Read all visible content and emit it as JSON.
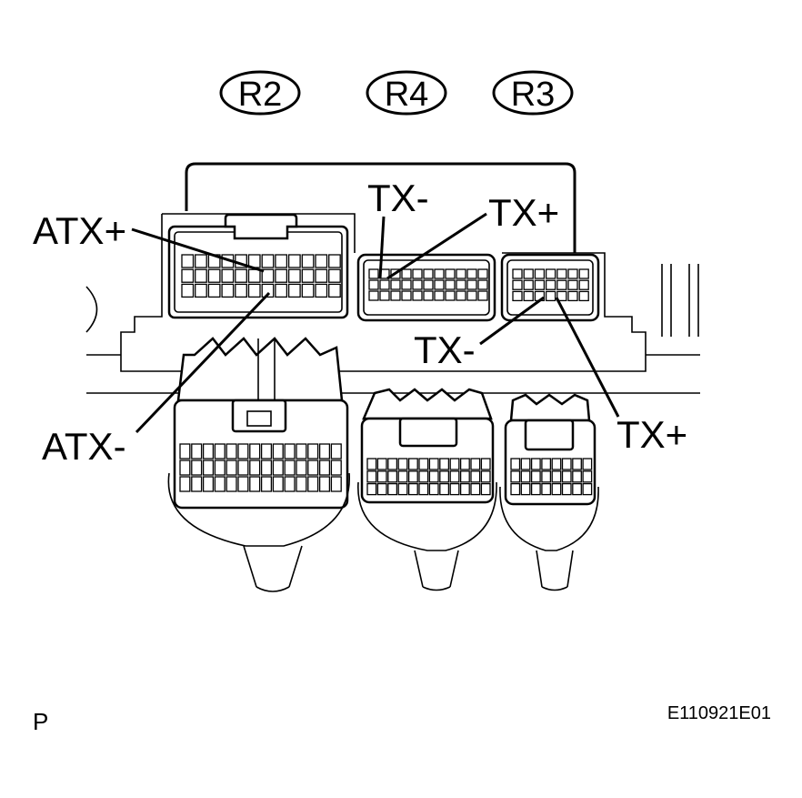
{
  "connector_tags": [
    "R2",
    "R4",
    "R3"
  ],
  "pin_labels": {
    "r2_atx_plus": "ATX+",
    "r2_atx_minus": "ATX-",
    "r4_tx_minus": "TX-",
    "r4_tx_plus": "TX+",
    "r3_tx_minus": "TX-",
    "r3_tx_plus": "TX+"
  },
  "footer": {
    "left": "P",
    "right": "E110921E01"
  }
}
